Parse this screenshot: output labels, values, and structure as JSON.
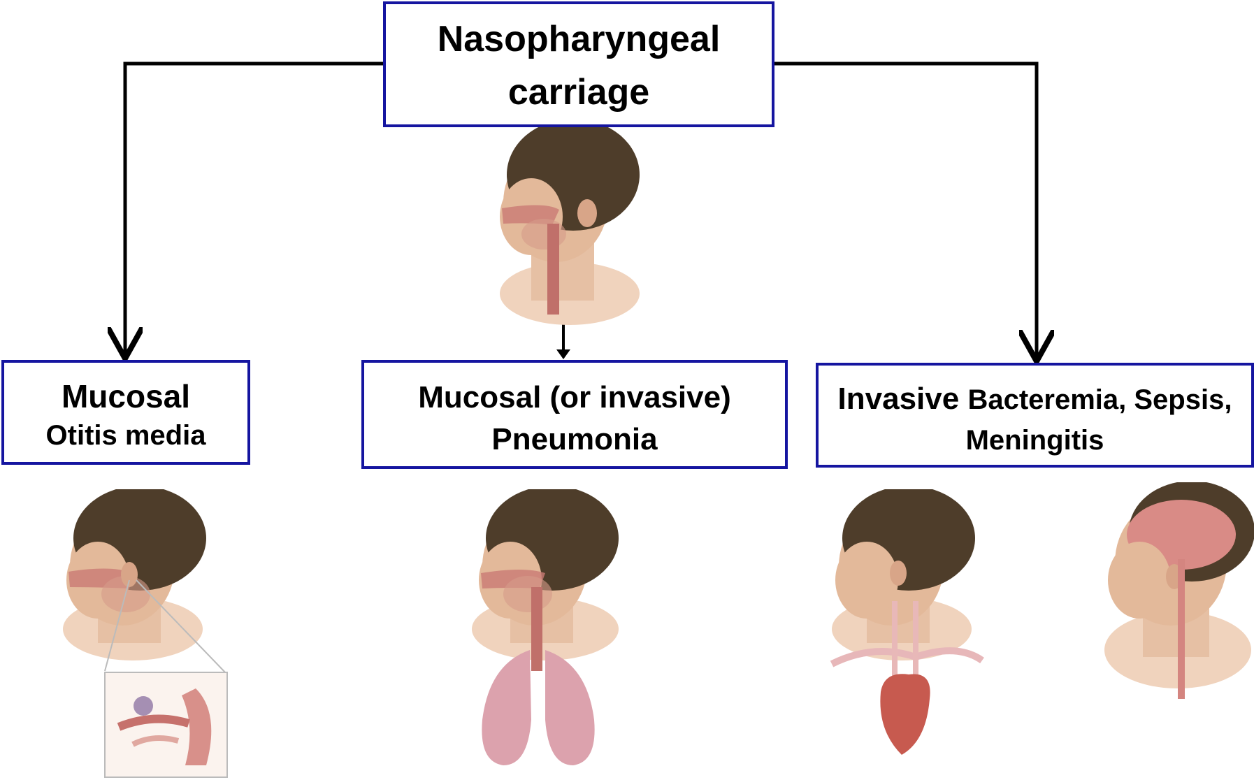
{
  "top": {
    "line1": "Nasopharyngeal",
    "line2": "carriage"
  },
  "left": {
    "line1": "Mucosal",
    "line2": "Otitis media"
  },
  "middle": {
    "line1": "Mucosal (or invasive)",
    "line2": "Pneumonia"
  },
  "right": {
    "line1_a": "Invasive",
    "line1_b": "Bacteremia, Sepsis,",
    "line2": "Meningitis"
  },
  "colors": {
    "box_border": "#1515a0",
    "arrow": "#000000",
    "hair": "#4e3d2a",
    "skin": "#e3b99a",
    "organ": "#d98b86"
  }
}
